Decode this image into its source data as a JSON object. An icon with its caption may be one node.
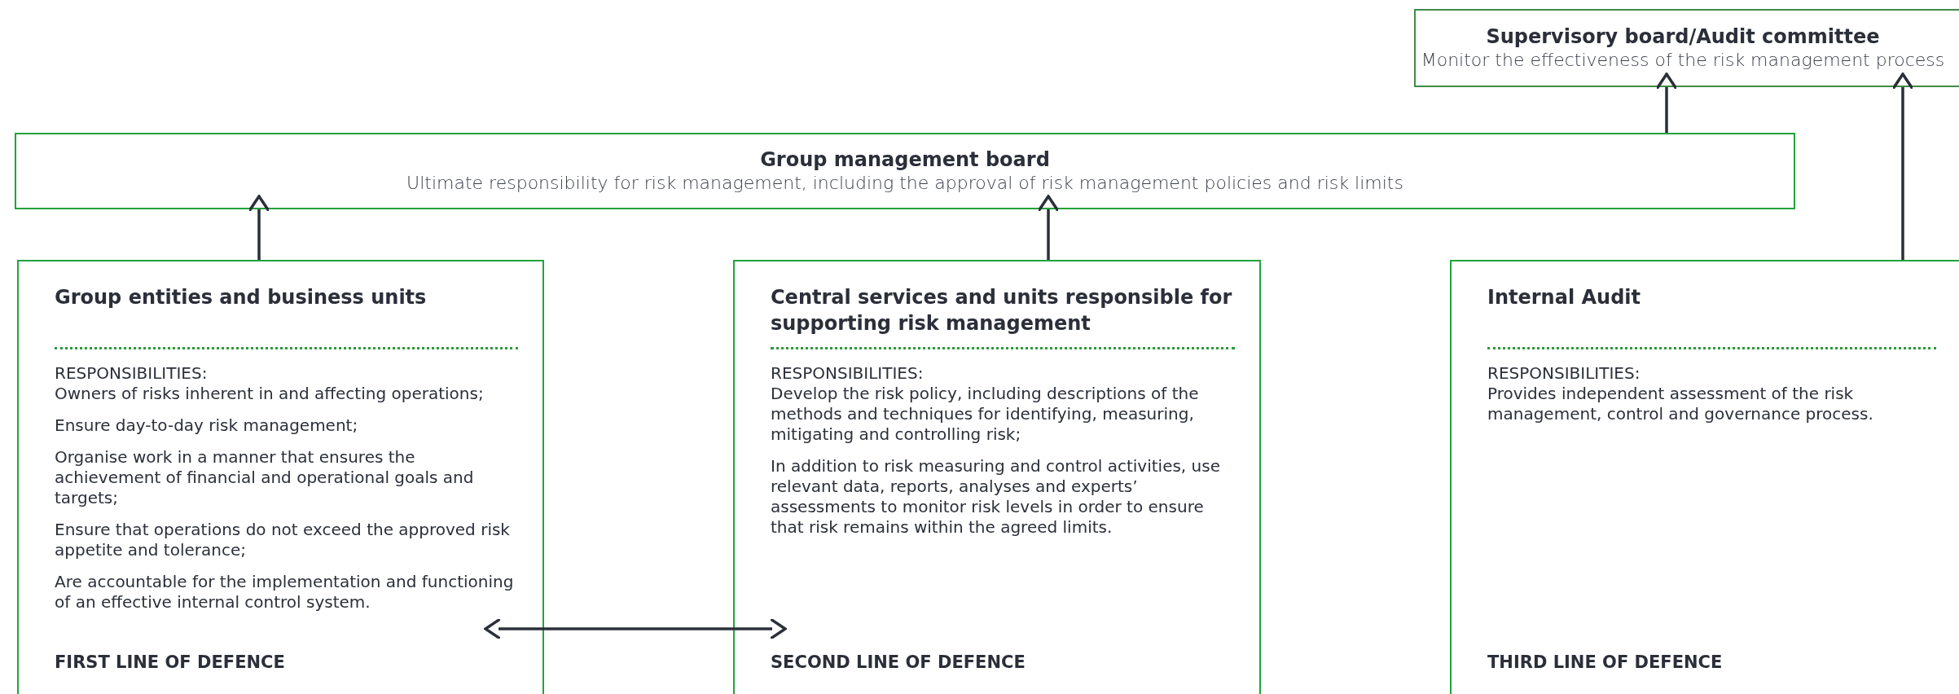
{
  "diagram": {
    "nodes": [
      {
        "text": [
          "Supervisory board/Audit committee",
          "Monitor the effectiveness of the risk management process"
        ]
      },
      {
        "text": [
          "Group management board",
          "Ultimate responsibility for risk management, including the approval of risk management policies and risk limits"
        ]
      },
      {
        "text": [
          "Group entities and business units",
          "RESPONSIBILITIES:",
          "Owners of risks inherent in and affecting operations;",
          "Ensure day-to-day risk management;",
          "Organise work in a manner that ensures the achievement of financial and operational goals and targets;",
          "Ensure that operations do not exceed the approved risk appetite and tolerance;",
          "Are accountable for the implementation and functioning of an effective internal control system.",
          "FIRST LINE OF DEFENCE"
        ]
      },
      {
        "text": [
          "Central services and units responsible for supporting risk management",
          "RESPONSIBILITIES:",
          "Develop the risk policy, including descriptions of the methods and techniques for identifying, measuring, mitigating and controlling risk;",
          "In addition to risk measuring and control activities, use relevant data, reports, analyses and experts’ assessments to monitor risk levels in order to ensure that risk remains within the agreed limits.",
          "SECOND LINE OF DEFENCE"
        ]
      },
      {
        "text": [
          "Internal Audit",
          "RESPONSIBILITIES:",
          "Provides independent assessment of the risk management, control and governance process.",
          "THIRD LINE OF DEFENCE"
        ]
      }
    ],
    "edges": [
      {
        "from": 1,
        "to": 0,
        "arrow": "to"
      },
      {
        "from": 4,
        "to": 0,
        "arrow": "to"
      },
      {
        "from": 2,
        "to": 1,
        "arrow": "to"
      },
      {
        "from": 3,
        "to": 1,
        "arrow": "to"
      },
      {
        "from": 2,
        "to": 3,
        "arrow": "both"
      }
    ]
  }
}
